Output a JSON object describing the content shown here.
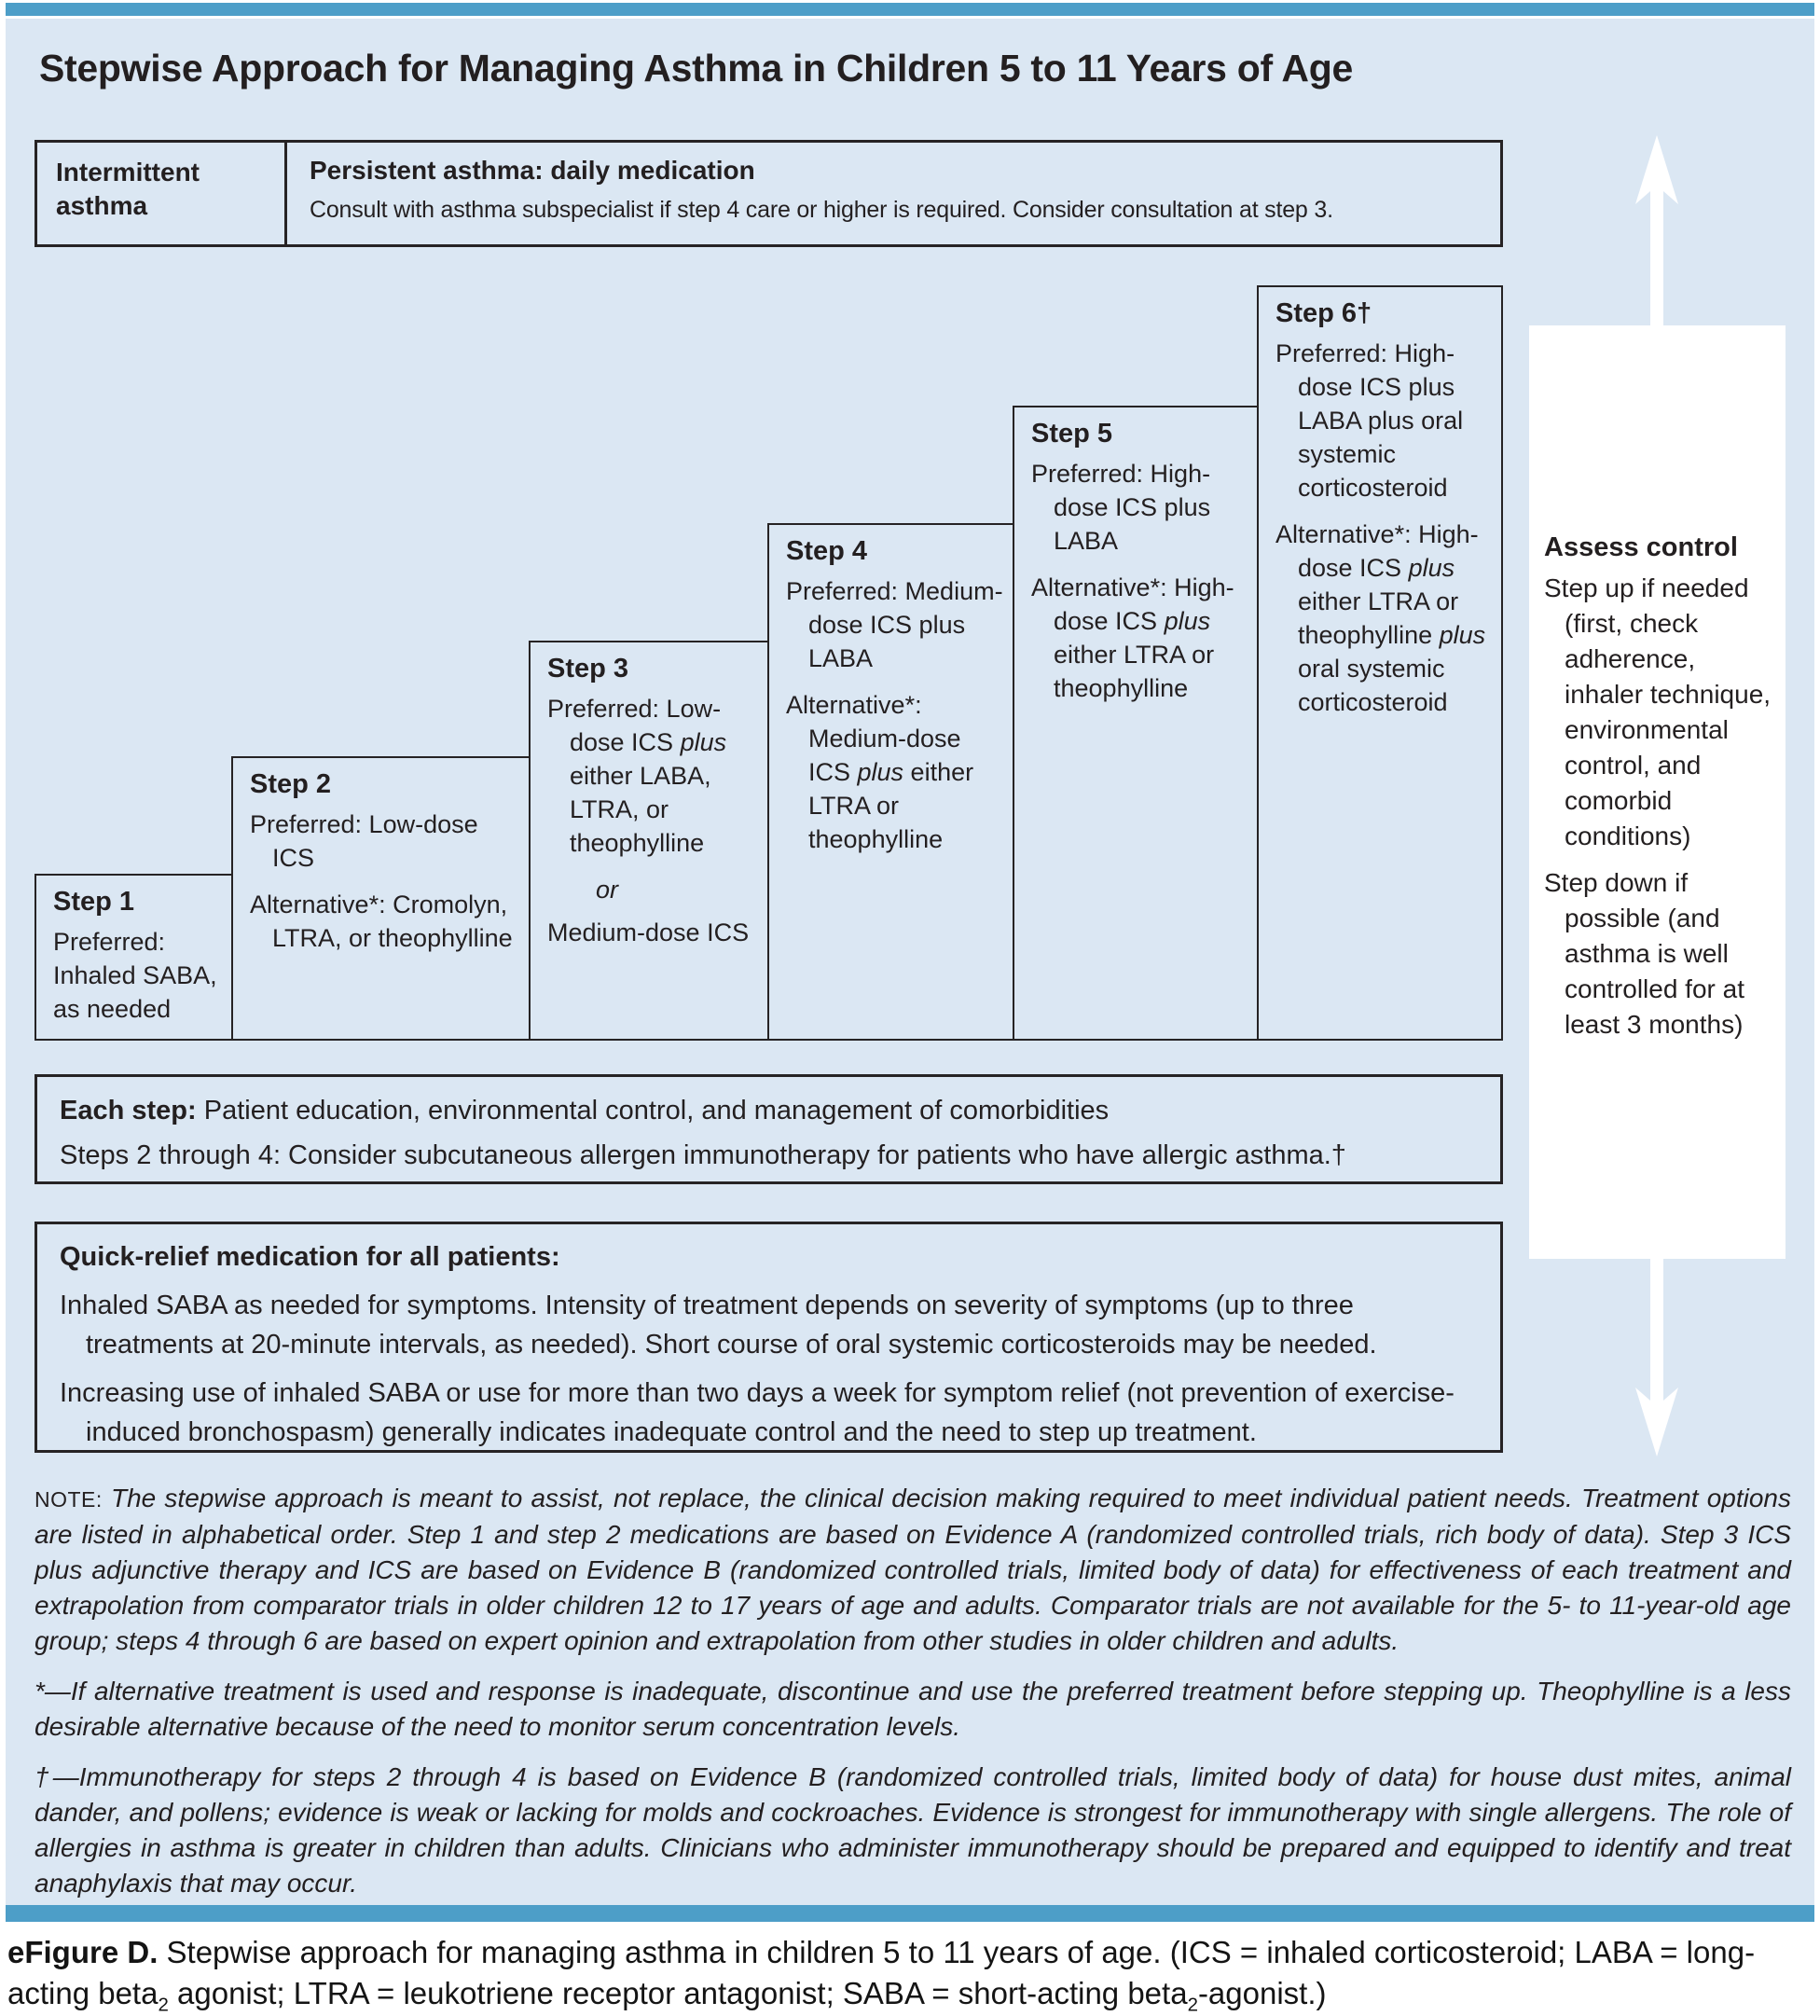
{
  "colors": {
    "accent_bar": "#4d9ec8",
    "figure_background": "#dbe7f3",
    "box_border": "#262324",
    "text": "#231f20",
    "panel": "#ffffff"
  },
  "title": "Stepwise Approach for Managing Asthma in Children 5 to 11 Years of Age",
  "header": {
    "left": "Intermittent asthma",
    "right_title": "Persistent asthma: daily medication",
    "right_sub": "Consult with asthma subspecialist if step 4 care or higher is required. Consider consultation at step 3."
  },
  "steps": [
    {
      "label": "Step 1",
      "paras": [
        {
          "style": "flush",
          "text": "Preferred: Inhaled SABA, as needed"
        }
      ]
    },
    {
      "label": "Step 2",
      "paras": [
        {
          "style": "hang",
          "text": "Preferred: Low-dose ICS"
        },
        {
          "style": "hang",
          "text": "Alternative*: Cromolyn, LTRA, or theophylline"
        }
      ]
    },
    {
      "label": "Step 3",
      "paras": [
        {
          "style": "hang",
          "text": "Preferred: Low-dose ICS _plus_ either LABA, LTRA, or theophylline"
        },
        {
          "style": "or",
          "text": "_or_"
        },
        {
          "style": "hang",
          "text": "Medium-dose ICS"
        }
      ]
    },
    {
      "label": "Step 4",
      "paras": [
        {
          "style": "hang",
          "text": "Preferred: Medium-dose ICS plus LABA"
        },
        {
          "style": "hang",
          "text": "Alternative*: Medium-dose ICS _plus_ either LTRA or theophylline"
        }
      ]
    },
    {
      "label": "Step 5",
      "paras": [
        {
          "style": "hang",
          "text": "Preferred: High-dose ICS plus LABA"
        },
        {
          "style": "hang",
          "text": "Alternative*: High-dose ICS _plus_ either LTRA or theophylline"
        }
      ]
    },
    {
      "label": "Step 6†",
      "paras": [
        {
          "style": "hang",
          "text": "Preferred: High-dose ICS plus LABA plus oral systemic corticosteroid"
        },
        {
          "style": "hang",
          "text": "Alternative*: High-dose ICS _plus_ either LTRA or theophylline _plus_ oral systemic corticosteroid"
        }
      ]
    }
  ],
  "assess": {
    "heading": "Assess control",
    "up_note": "Step up if needed (first, check adherence, inhaler technique, environmental control, and comorbid conditions)",
    "down_note": "Step down if possible (and asthma is well controlled for at least 3 months)"
  },
  "each_step": {
    "lead": "Each step:",
    "line1_rest": " Patient education, environmental control, and management of comorbidities",
    "line2": "Steps 2 through 4: Consider subcutaneous allergen immunotherapy for patients who have allergic asthma.†"
  },
  "quick_relief": {
    "title": "Quick-relief medication for all patients:",
    "para1": "Inhaled SABA as needed for symptoms. Intensity of treatment depends on severity of symptoms (up to three treatments at 20-minute intervals, as needed). Short course of oral systemic corticosteroids may be needed.",
    "para2": "Increasing use of inhaled SABA or use for more than two days a week for symptom relief (not prevention of exercise-induced bronchospasm) generally indicates inadequate control and the need to step up treatment."
  },
  "note": {
    "label": "NOTE:",
    "text": " The stepwise approach is meant to assist, not replace, the clinical decision making required to meet individual patient needs. Treatment options are listed in alphabetical order. Step 1 and step 2 medications are based on Evidence A (randomized controlled trials, rich body of data). Step 3 ICS plus adjunctive therapy and ICS are based on Evidence B (randomized controlled trials, limited body of data) for effectiveness of each treatment and extrapolation from comparator trials in older children 12 to 17 years of age and adults. Comparator trials are not available for the 5- to 11-year-old age group; steps 4 through 6 are based on expert opinion and extrapolation from other studies in older children and adults."
  },
  "footnotes": [
    "*—If alternative treatment is used and response is inadequate, discontinue and use the preferred treatment before stepping up. Theophylline is a less desirable alternative because of the need to monitor serum concentration levels.",
    "†—Immunotherapy for steps 2 through 4 is based on Evidence B (randomized controlled trials, limited body of data) for house dust mites, animal dander, and pollens; evidence is weak or lacking for molds and cockroaches. Evidence is strongest for immunotherapy with single allergens. The role of allergies in asthma is greater in children than adults. Clinicians who administer immunotherapy should be prepared and equipped to identify and treat anaphylaxis that may occur."
  ],
  "caption": {
    "lead": "eFigure D.",
    "text": " Stepwise approach for managing asthma in children 5 to 11 years of age. (ICS = inhaled corticosteroid; LABA = long-acting beta~2~ agonist; LTRA = leukotriene receptor antagonist; SABA = short-acting beta~2~-agonist.)"
  }
}
